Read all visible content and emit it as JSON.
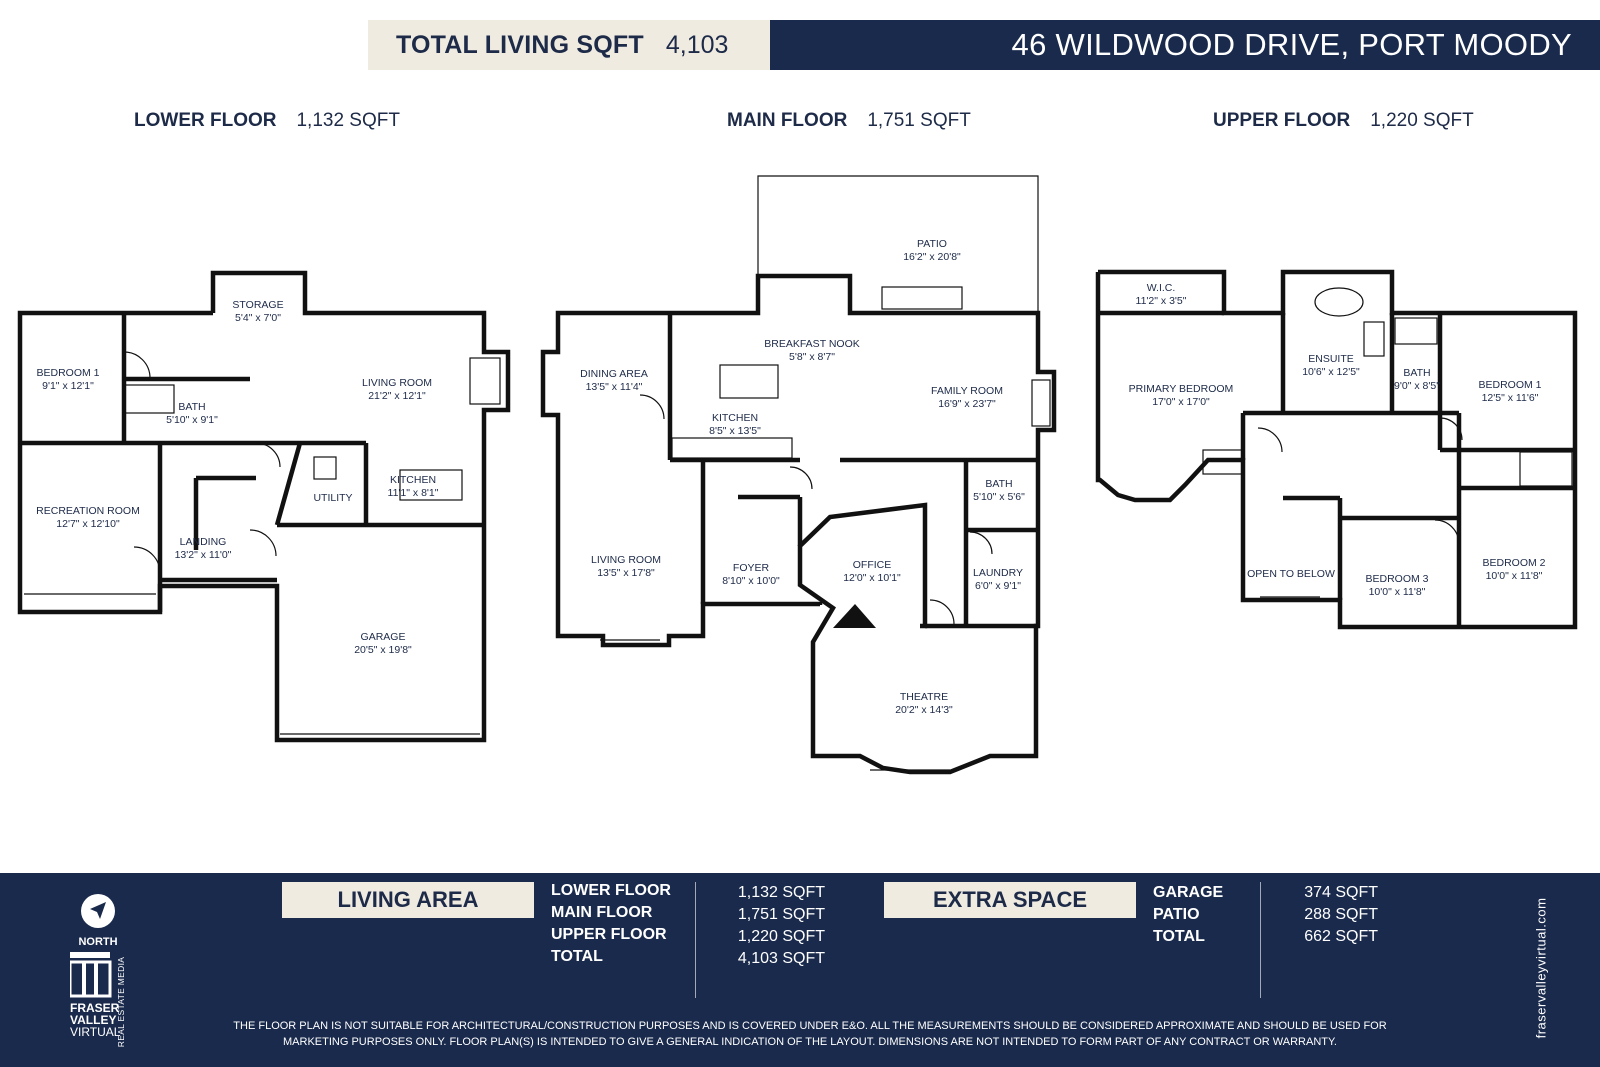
{
  "header": {
    "total_label": "TOTAL LIVING SQFT",
    "total_value": "4,103",
    "address": "46 WILDWOOD DRIVE, PORT MOODY"
  },
  "floors": [
    {
      "name": "LOWER FLOOR",
      "area": "1,132 SQFT"
    },
    {
      "name": "MAIN FLOOR",
      "area": "1,751 SQFT"
    },
    {
      "name": "UPPER FLOOR",
      "area": "1,220 SQFT"
    }
  ],
  "rooms": {
    "lower": [
      {
        "name": "STORAGE",
        "dims": "5'4\" x 7'0\""
      },
      {
        "name": "BEDROOM 1",
        "dims": "9'1\" x 12'1\""
      },
      {
        "name": "BATH",
        "dims": "5'10\" x 9'1\""
      },
      {
        "name": "LIVING ROOM",
        "dims": "21'2\" x 12'1\""
      },
      {
        "name": "KITCHEN",
        "dims": "11'1\" x 8'1\""
      },
      {
        "name": "UTILITY",
        "dims": ""
      },
      {
        "name": "RECREATION ROOM",
        "dims": "12'7\" x 12'10\""
      },
      {
        "name": "LANDING",
        "dims": "13'2\" x 11'0\""
      },
      {
        "name": "GARAGE",
        "dims": "20'5\" x 19'8\""
      }
    ],
    "main": [
      {
        "name": "PATIO",
        "dims": "16'2\" x 20'8\""
      },
      {
        "name": "BREAKFAST NOOK",
        "dims": "5'8\" x 8'7\""
      },
      {
        "name": "DINING AREA",
        "dims": "13'5\" x 11'4\""
      },
      {
        "name": "FAMILY ROOM",
        "dims": "16'9\" x 23'7\""
      },
      {
        "name": "KITCHEN",
        "dims": "8'5\" x 13'5\""
      },
      {
        "name": "BATH",
        "dims": "5'10\" x 5'6\""
      },
      {
        "name": "LAUNDRY",
        "dims": "6'0\" x 9'1\""
      },
      {
        "name": "LIVING ROOM",
        "dims": "13'5\" x 17'8\""
      },
      {
        "name": "FOYER",
        "dims": "8'10\" x 10'0\""
      },
      {
        "name": "OFFICE",
        "dims": "12'0\" x 10'1\""
      },
      {
        "name": "THEATRE",
        "dims": "20'2\" x 14'3\""
      }
    ],
    "upper": [
      {
        "name": "W.I.C.",
        "dims": "11'2\" x 3'5\""
      },
      {
        "name": "ENSUITE",
        "dims": "10'6\" x 12'5\""
      },
      {
        "name": "BATH",
        "dims": "9'0\" x 8'5\""
      },
      {
        "name": "BEDROOM 1",
        "dims": "12'5\" x 11'6\""
      },
      {
        "name": "PRIMARY BEDROOM",
        "dims": "17'0\" x 17'0\""
      },
      {
        "name": "OPEN TO BELOW",
        "dims": ""
      },
      {
        "name": "BEDROOM 3",
        "dims": "10'0\" x 11'8\""
      },
      {
        "name": "BEDROOM 2",
        "dims": "10'0\" x 11'8\""
      }
    ]
  },
  "footer": {
    "living_tag": "LIVING AREA",
    "living_rows": [
      {
        "label": "LOWER FLOOR",
        "value": "1,132 SQFT"
      },
      {
        "label": "MAIN FLOOR",
        "value": "1,751 SQFT"
      },
      {
        "label": "UPPER FLOOR",
        "value": "1,220 SQFT"
      },
      {
        "label": "TOTAL",
        "value": "4,103 SQFT"
      }
    ],
    "extra_tag": "EXTRA SPACE",
    "extra_rows": [
      {
        "label": "GARAGE",
        "value": "374 SQFT"
      },
      {
        "label": "PATIO",
        "value": "288 SQFT"
      },
      {
        "label": "TOTAL",
        "value": "662 SQFT"
      }
    ],
    "north_label": "NORTH",
    "logo_lines": [
      "FRASER",
      "VALLEY",
      "VIRTUAL"
    ],
    "logo_side": "REAL ESTATE MEDIA",
    "website": "fraservalleyvirtual.com",
    "disclaimer": "THE FLOOR PLAN IS NOT SUITABLE FOR ARCHITECTURAL/CONSTRUCTION PURPOSES AND IS COVERED UNDER E&O. ALL THE MEASUREMENTS SHOULD BE CONSIDERED APPROXIMATE AND SHOULD BE USED FOR MARKETING PURPOSES ONLY. FLOOR PLAN(S) IS INTENDED TO GIVE A GENERAL INDICATION OF THE LAYOUT. DIMENSIONS ARE NOT INTENDED TO FORM PART OF ANY CONTRACT OR WARRANTY."
  },
  "colors": {
    "navy": "#192a4c",
    "cream": "#efebe1",
    "wall": "#111111"
  }
}
